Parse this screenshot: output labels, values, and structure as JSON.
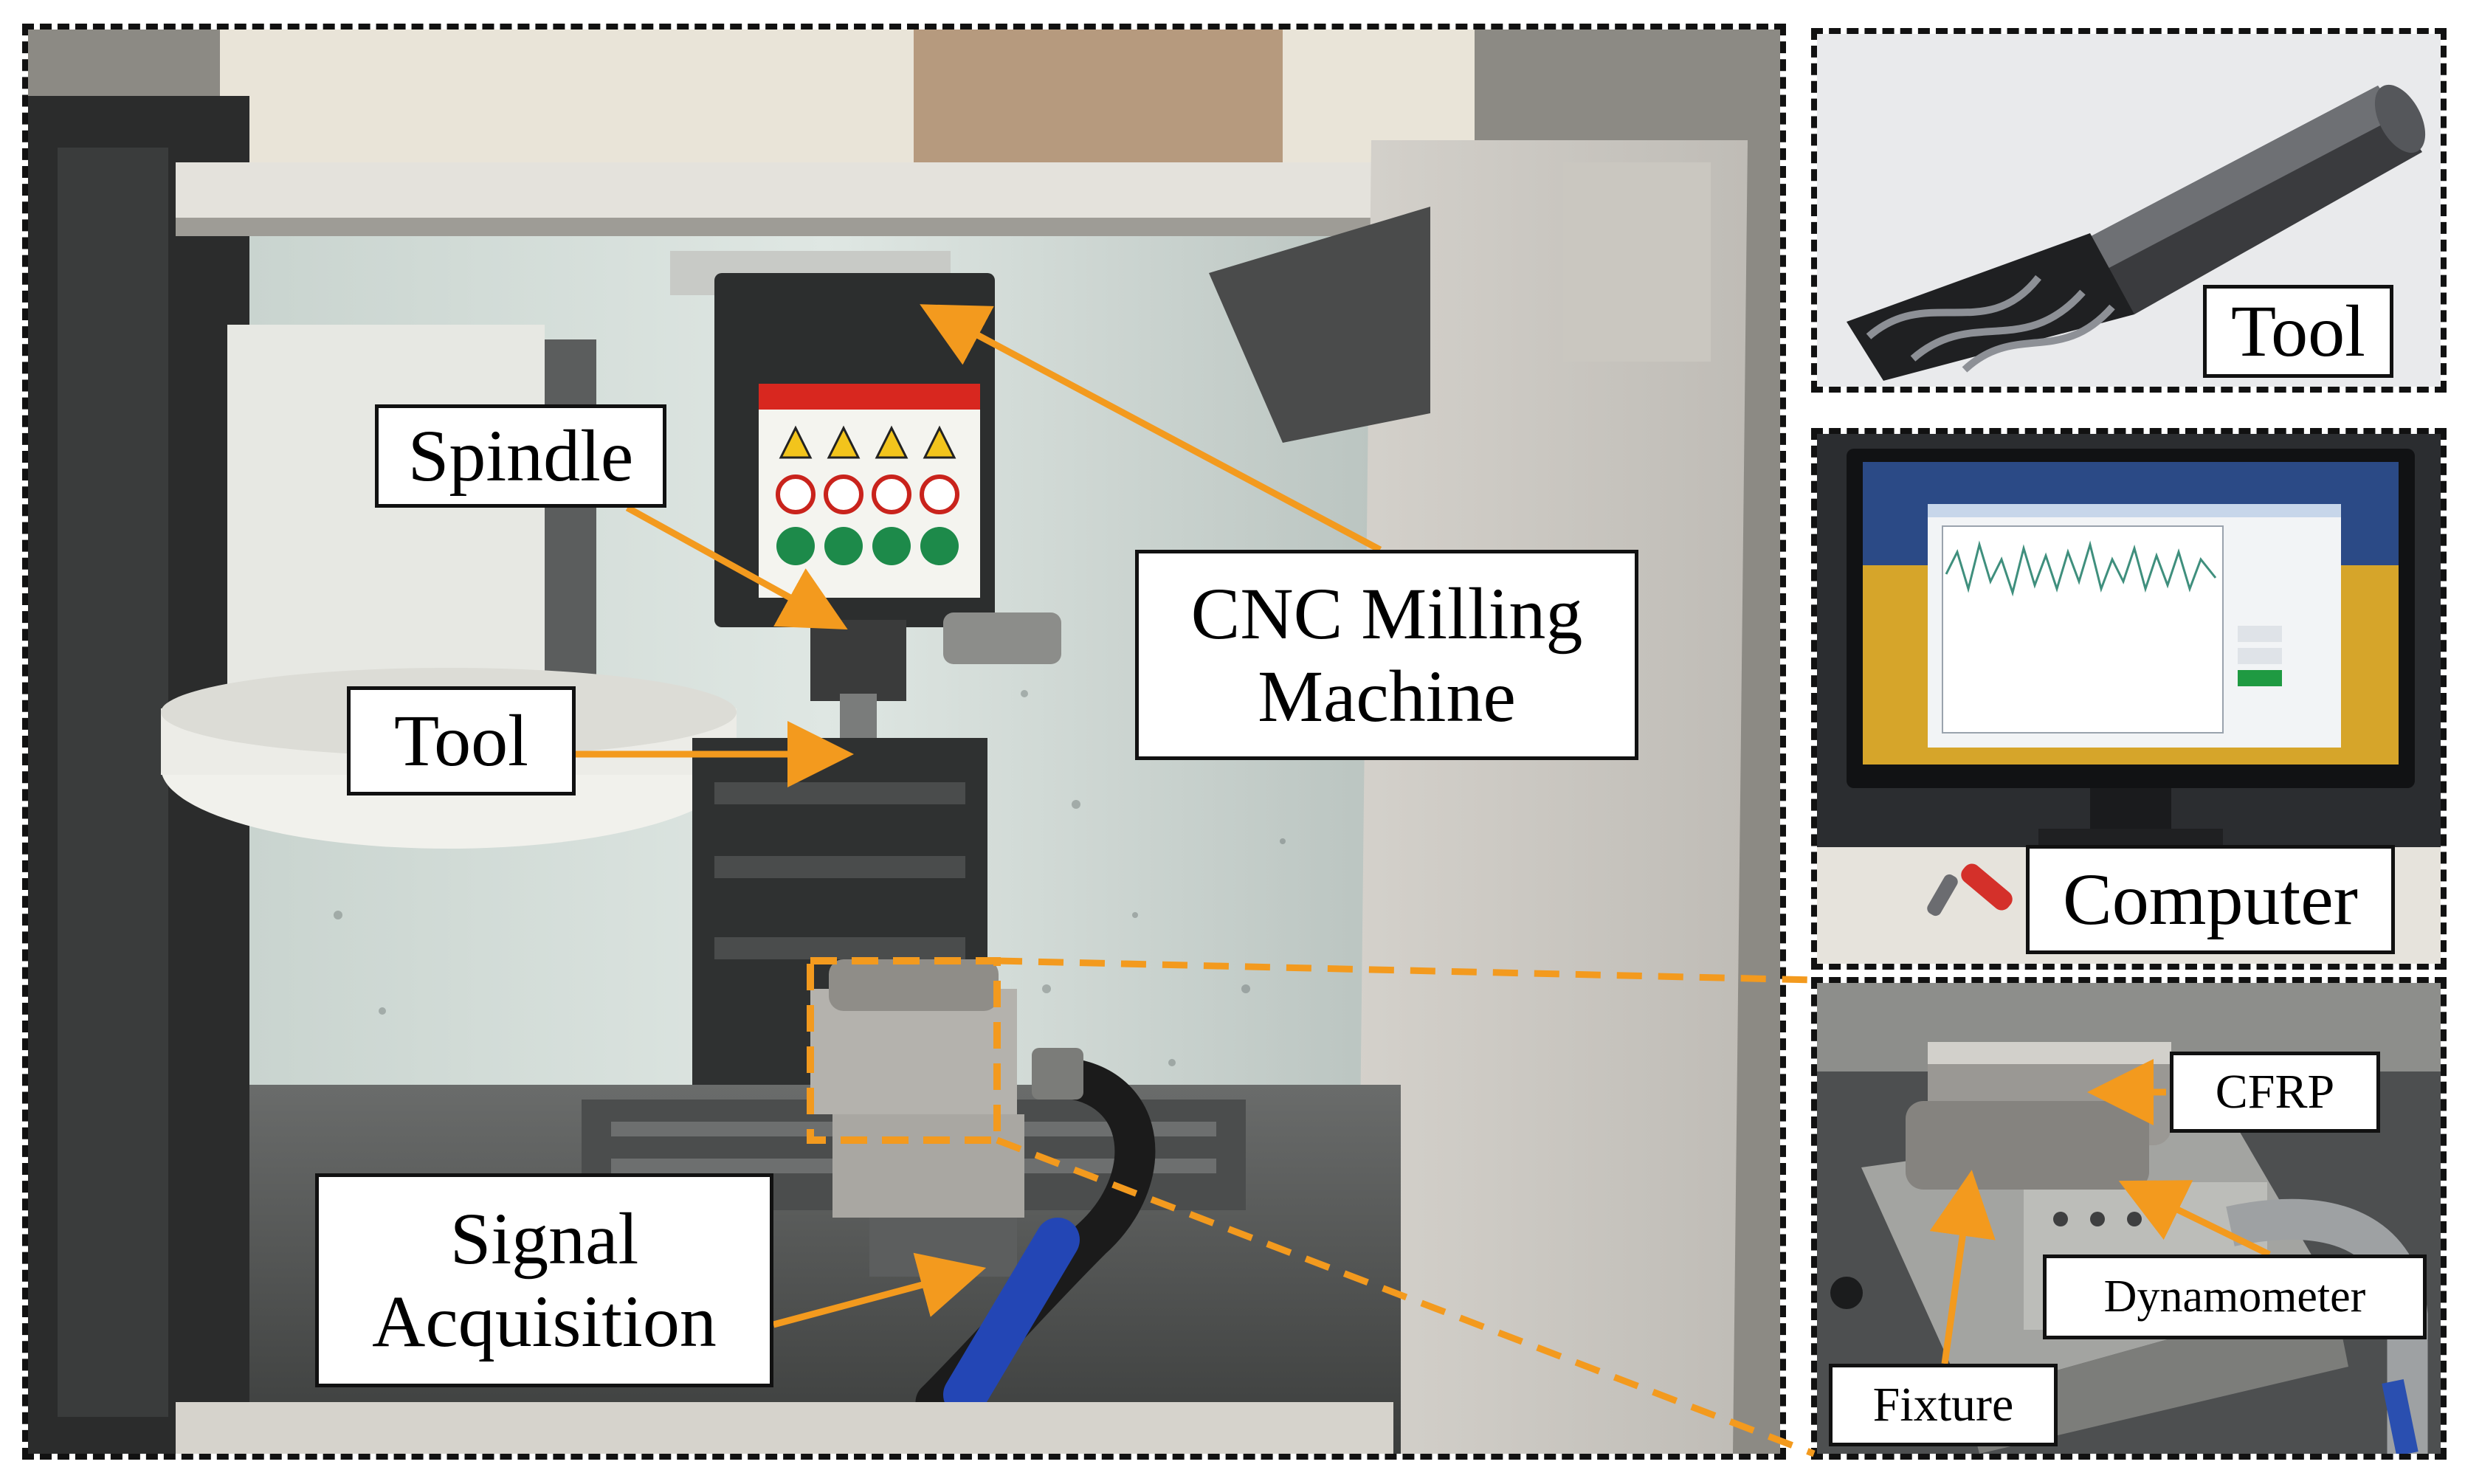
{
  "figure": {
    "main_panel": {
      "labels": {
        "spindle": "Spindle",
        "tool": "Tool",
        "cnc": "CNC Milling\nMachine",
        "signal": "Signal\nAcquisition"
      }
    },
    "tool_panel": {
      "label": "Tool"
    },
    "computer_panel": {
      "label": "Computer"
    },
    "fixture_panel": {
      "labels": {
        "cfrp": "CFRP",
        "dynamometer": "Dynamometer",
        "fixture": "Fixture"
      }
    },
    "colors": {
      "arrow": "#f39a1e",
      "zoom_box": "#f39a1e",
      "frame": "#111111",
      "label_bg": "#ffffff"
    }
  }
}
